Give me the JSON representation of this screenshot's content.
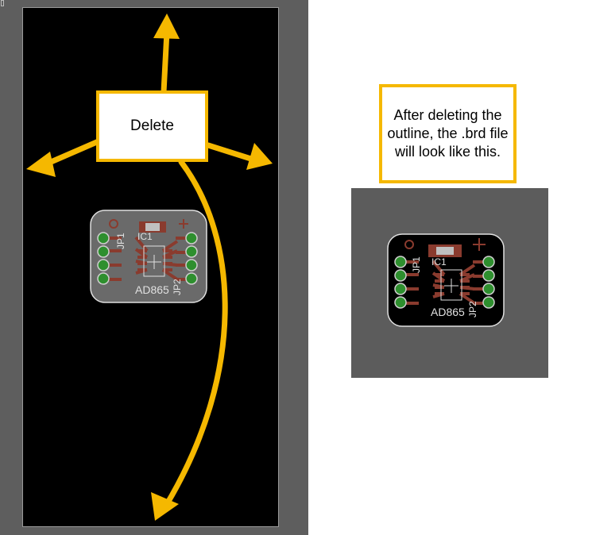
{
  "callouts": {
    "delete_label": "Delete",
    "after_label": "After deleting the outline, the .brd file will look like this."
  },
  "board": {
    "part_label": "AD865",
    "ic_label": "IC1",
    "jp1_label": "JP1",
    "jp2_label": "JP2"
  },
  "colors": {
    "arrow": "#f5b800",
    "workspace": "#5e5e5e",
    "canvas": "#000000",
    "board_outline_view": "#6a6a6a",
    "board_after_view": "#000000",
    "copper": "#8a3b2e",
    "pad": "#2e8f2e",
    "silkscreen": "#e0e0e0"
  }
}
